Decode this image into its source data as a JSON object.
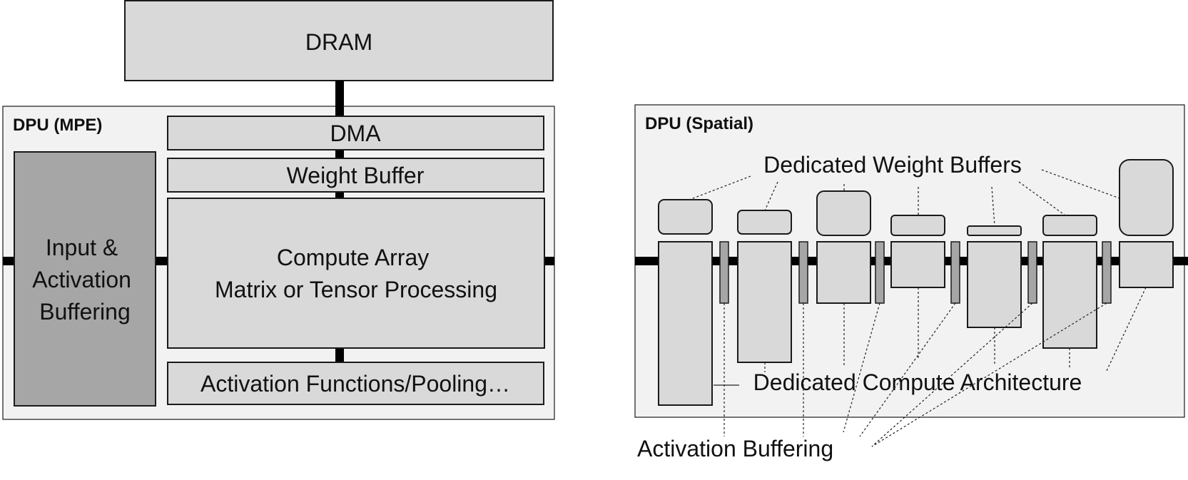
{
  "dram": "DRAM",
  "mpe": {
    "title": "DPU (MPE)",
    "dma": "DMA",
    "weight_buffer": "Weight Buffer",
    "input_buffer": [
      "Input &",
      "Activation",
      "Buffering"
    ],
    "compute": [
      "Compute Array",
      "Matrix or Tensor Processing"
    ],
    "activation_functions": "Activation Functions/Pooling…"
  },
  "spatial": {
    "title": "DPU (Spatial)",
    "weight_label": "Dedicated Weight Buffers",
    "compute_label": "Dedicated Compute Architecture",
    "activation_label": "Activation Buffering"
  }
}
